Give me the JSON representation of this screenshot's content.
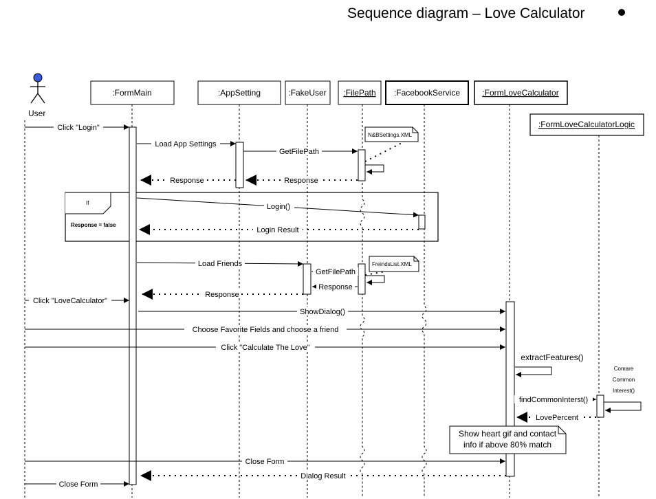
{
  "title": "Sequence diagram – Love Calculator",
  "actor": {
    "label": "User"
  },
  "participants": {
    "form_main": ":FormMain",
    "app_setting": ":AppSetting",
    "fake_user": ":FakeUser",
    "file_path": ":FilePath",
    "facebook_service": ":FacebookService",
    "form_love_calculator": ":FormLoveCalculator",
    "form_love_calculator_logic": ":FormLoveCalculatorLogic"
  },
  "messages": {
    "click_login": "Click \"Login\"",
    "load_app_settings": "Load App Settings",
    "get_file_path_1": "GetFilePath",
    "response_1": "Response",
    "response_2": "Response",
    "login": "Login()",
    "login_result": "Login Result",
    "load_friends": "Load Friends",
    "get_file_path_2": "GetFilePath",
    "response_3": "Response",
    "response_4": "Response",
    "click_love_calculator": "Click \"LoveCalculator\"",
    "show_dialog": "ShowDialog()",
    "choose_fields": "Choose Favorite Fields and choose a friend",
    "click_calculate": "Click \"Calculate The Love\"",
    "extract_features": "extractFeatures()",
    "find_common_interest": "findCommonInterst()",
    "love_percent": "LovePercent",
    "close_form_1": "Close Form",
    "dialog_result": "Dialog Result",
    "close_form_2": "Close Form"
  },
  "notes": {
    "settings_file": "N&BSettings.XML",
    "friends_file": "FreindsList.XML",
    "heart_note_line1": "Show heart gif and contact",
    "heart_note_line2": "info if above 80% match",
    "compare_line1": "Comare",
    "compare_line2": "Common",
    "compare_line3": "Interest()"
  },
  "fragment": {
    "operator": "If",
    "guard": "Response = false"
  }
}
